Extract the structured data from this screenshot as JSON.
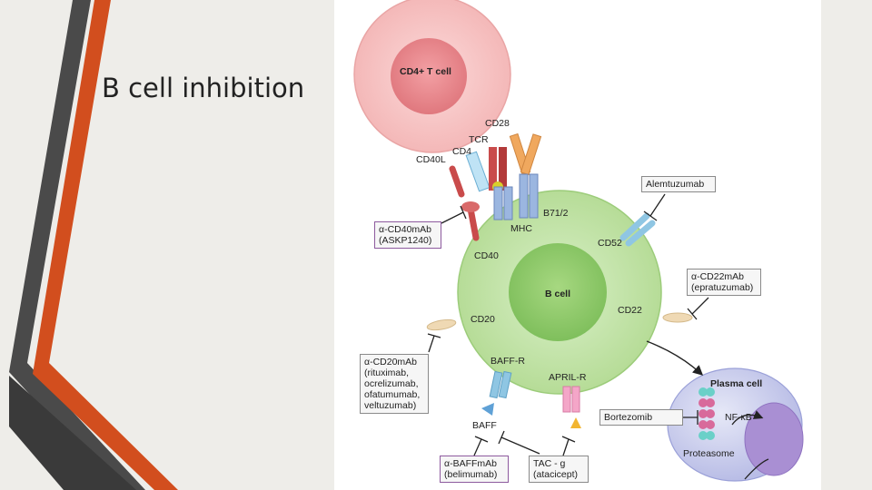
{
  "slide": {
    "title": "B cell inhibition",
    "accent_colors": [
      "#4a4a4a",
      "#d24e1e"
    ],
    "background": "#eeede9"
  },
  "diagram": {
    "t_cell_label": "CD4+ T cell",
    "b_cell_label": "B cell",
    "plasma_cell_label": "Plasma cell",
    "receptors": {
      "cd28": "CD28",
      "tcr": "TCR",
      "cd4": "CD4",
      "cd40l": "CD40L",
      "b71_2": "B71/2",
      "mhc": "MHC",
      "cd52": "CD52",
      "cd40": "CD40",
      "cd22": "CD22",
      "cd20": "CD20",
      "baff_r": "BAFF-R",
      "april_r": "APRIL-R",
      "baff": "BAFF",
      "nfkb": "NF-κB",
      "proteasome": "Proteasome"
    },
    "drugs": {
      "alemtuzumab": "Alemtuzumab",
      "cd40mab_line1": "α-CD40mAb",
      "cd40mab_line2": "(ASKP1240)",
      "cd22mab_line1": "α-CD22mAb",
      "cd22mab_line2": "(epratuzumab)",
      "cd20mab_lines": [
        "α-CD20mAb",
        "(rituximab,",
        "ocrelizumab,",
        "ofatumumab,",
        "veltuzumab)"
      ],
      "bortezomib": "Bortezomib",
      "baffmab_line1": "α-BAFFmAb",
      "baffmab_line2": "(belimumab)",
      "tacig_line1": "TAC - g",
      "tacig_line2": "(atacicept)"
    }
  }
}
